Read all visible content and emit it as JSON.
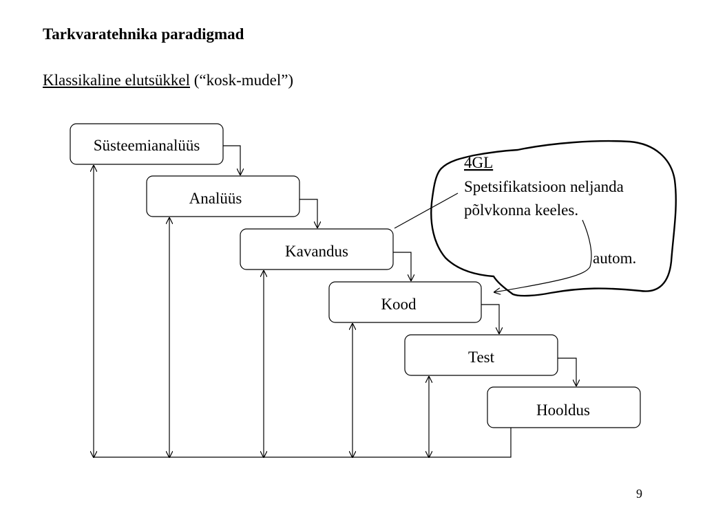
{
  "slide": {
    "title": "Tarkvaratehnika paradigmad",
    "subtitle_underlined": "Klassikaline elutsükkel",
    "subtitle_rest": " (“kosk-mudel”)",
    "page_number": "9"
  },
  "diagram": {
    "stages": [
      "Süsteemianalüüs",
      "Analüüs",
      "Kavandus",
      "Kood",
      "Test",
      "Hooldus"
    ],
    "note": {
      "heading": "4GL",
      "line1": "Spetsifikatsioon neljanda",
      "line2": "põlvkonna keeles.",
      "arrow_label": "autom."
    }
  }
}
